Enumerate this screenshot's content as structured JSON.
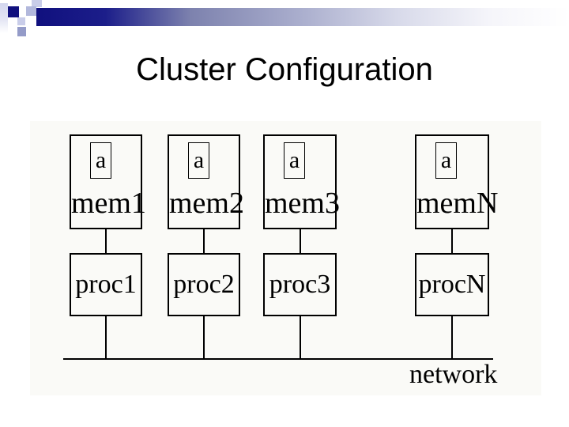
{
  "slide": {
    "title": "Cluster Configuration"
  },
  "diagram": {
    "columns": [
      {
        "cache_label": "a",
        "mem_label": "mem1",
        "proc_label": "proc1"
      },
      {
        "cache_label": "a",
        "mem_label": "mem2",
        "proc_label": "proc2"
      },
      {
        "cache_label": "a",
        "mem_label": "mem3",
        "proc_label": "proc3"
      },
      {
        "cache_label": "a",
        "mem_label": "memN",
        "proc_label": "procN"
      }
    ],
    "network_label": "network",
    "background_color": "#fafaf7",
    "line_color": "#000000"
  },
  "decoration": {
    "accent_navy": "#10107e",
    "light_lavender": "#c9cde9",
    "medium_lavender": "#b2b8dc",
    "blue_gray": "#949bc8",
    "bar_gradient_start": "#10107e",
    "bar_gradient_mid": "#7d82ae",
    "bar_gradient_end": "#ffffff"
  }
}
